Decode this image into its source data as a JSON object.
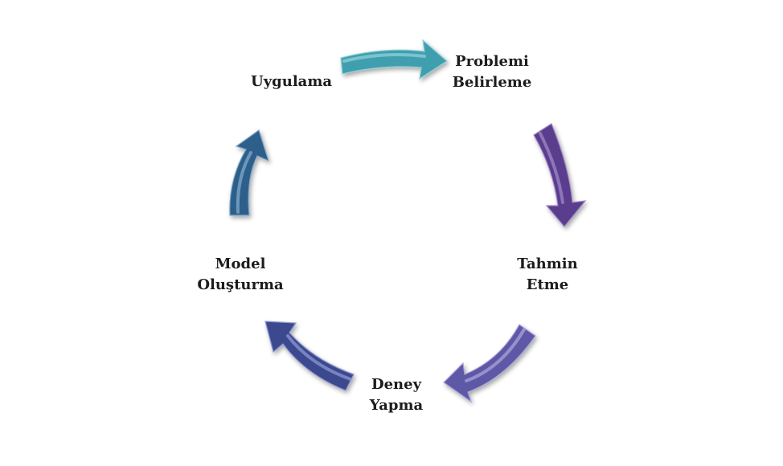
{
  "cycle": {
    "steps": [
      {
        "line1": "Problemi",
        "line2": "Belirleme"
      },
      {
        "line1": "Tahmin",
        "line2": "Etme"
      },
      {
        "line1": "Deney",
        "line2": "Yapma"
      },
      {
        "line1": "Model",
        "line2": "Oluşturma"
      },
      {
        "line1": "Uygulama",
        "line2": ""
      }
    ],
    "arrows": [
      {
        "from": "Uygulama",
        "to": "Problemi Belirleme",
        "color": "#3f9fae",
        "color_light": "#8fd0da"
      },
      {
        "from": "Problemi Belirleme",
        "to": "Tahmin Etme",
        "color": "#5a3c8c",
        "color_light": "#a087c8"
      },
      {
        "from": "Tahmin Etme",
        "to": "Deney Yapma",
        "color": "#5f58a6",
        "color_light": "#a9a3dc"
      },
      {
        "from": "Deney Yapma",
        "to": "Model Oluşturma",
        "color": "#3c4a8e",
        "color_light": "#8c98d2"
      },
      {
        "from": "Model Oluşturma",
        "to": "Uygulama",
        "color": "#2e5f8a",
        "color_light": "#7fa9cc"
      }
    ]
  }
}
